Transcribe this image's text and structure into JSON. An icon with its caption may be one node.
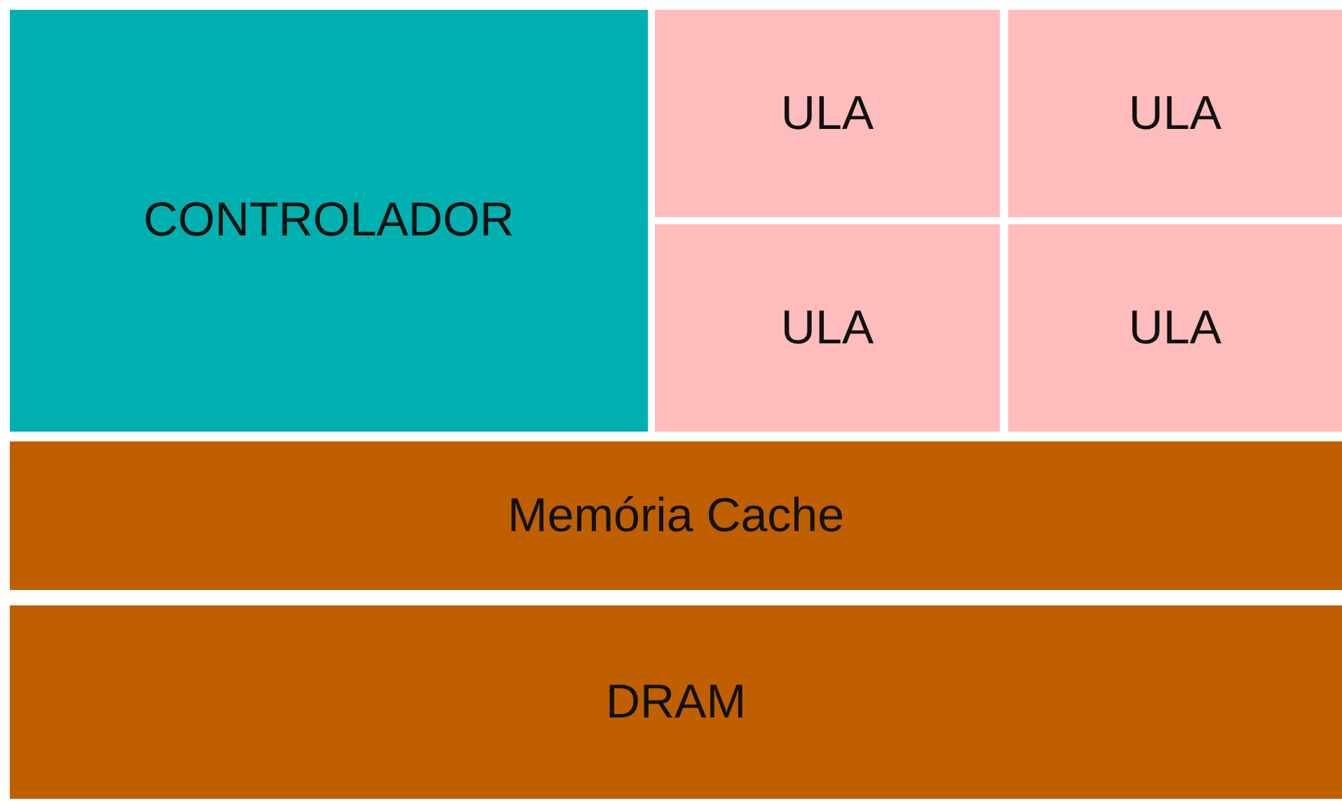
{
  "diagram": {
    "nodes": [
      {
        "text": [
          "CONTROLADOR"
        ]
      },
      {
        "text": [
          "ULA"
        ]
      },
      {
        "text": [
          "ULA"
        ]
      },
      {
        "text": [
          "ULA"
        ]
      },
      {
        "text": [
          "ULA"
        ]
      },
      {
        "text": [
          "Memória Cache"
        ]
      },
      {
        "text": [
          "DRAM"
        ]
      }
    ]
  }
}
